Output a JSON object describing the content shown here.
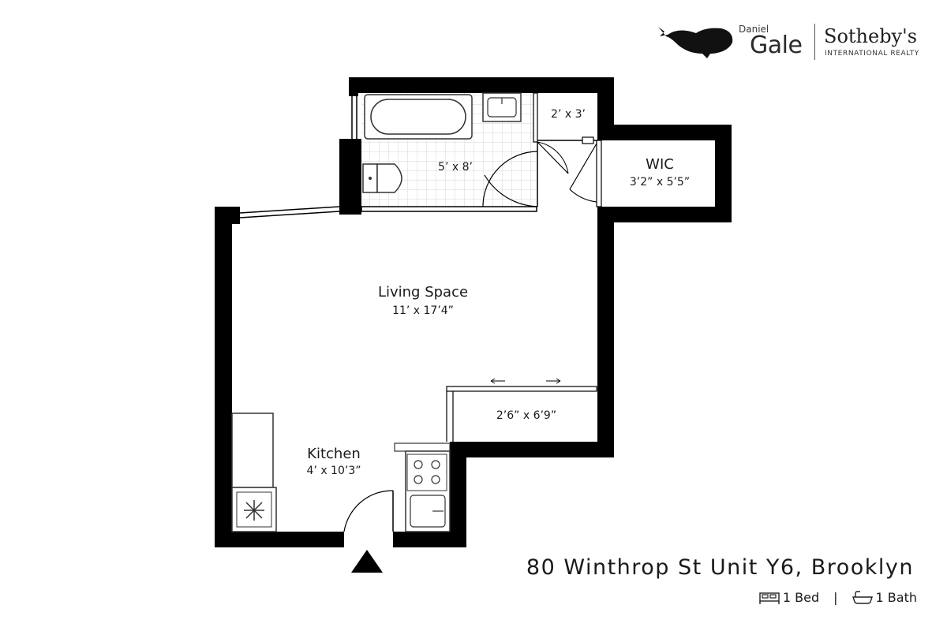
{
  "brand": {
    "daniel": "Daniel",
    "gale": "Gale",
    "sothebys": "Sotheby's",
    "intl": "INTERNATIONAL REALTY"
  },
  "listing": {
    "address": "80 Winthrop St Unit Y6, Brooklyn",
    "beds": "1 Bed",
    "separator": "|",
    "baths": "1 Bath"
  },
  "rooms": {
    "bath_dim": "5’ x 8’",
    "closet_dim": "2’ x 3’",
    "wic_name": "WIC",
    "wic_dim": "3’2” x 5’5”",
    "living_name": "Living Space",
    "living_dim": "11’ x 17’4”",
    "storage_dim": "2’6” x 6’9”",
    "kitchen_name": "Kitchen",
    "kitchen_dim": "4’ x 10’3”"
  },
  "icons": {
    "logo": "whale-icon",
    "entry": "entry-arrow-icon",
    "bed": "bed-icon",
    "bath": "bathtub-icon"
  },
  "colors": {
    "wall": "#000000",
    "tile_grid": "#d6d6d6",
    "fixture": "#444444"
  }
}
